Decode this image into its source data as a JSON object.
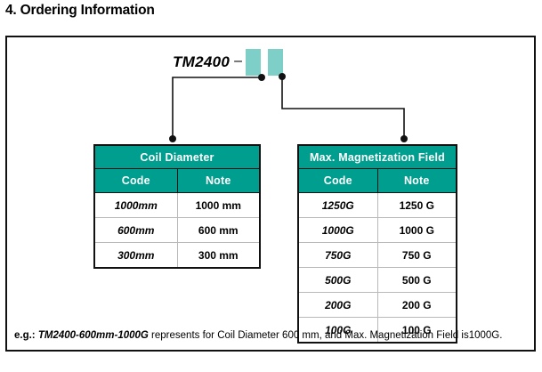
{
  "section": {
    "title": "4. Ordering Information"
  },
  "part_number": {
    "base": "TM2400",
    "dash": "–",
    "slots": [
      "slot-1",
      "slot-2"
    ],
    "slot_color": "#7fcfc9"
  },
  "tables": [
    {
      "id": "coil-diameter",
      "title": "Coil Diameter",
      "columns": [
        "Code",
        "Note"
      ],
      "rows": [
        {
          "code": "1000mm",
          "note": "1000 mm"
        },
        {
          "code": "600mm",
          "note": "600 mm"
        },
        {
          "code": "300mm",
          "note": "300 mm"
        }
      ]
    },
    {
      "id": "magnetization-field",
      "title": "Max. Magnetization Field",
      "columns": [
        "Code",
        "Note"
      ],
      "rows": [
        {
          "code": "1250G",
          "note": "1250 G"
        },
        {
          "code": "1000G",
          "note": "1000 G"
        },
        {
          "code": "750G",
          "note": "750 G"
        },
        {
          "code": "500G",
          "note": "500 G"
        },
        {
          "code": "200G",
          "note": "200 G"
        },
        {
          "code": "100G",
          "note": "100 G"
        }
      ]
    }
  ],
  "example": {
    "lead": "e.g.:",
    "part_number": "TM2400-600mm-1000G",
    "text_before": " represents for Coil Diameter 600 mm, and Max. Magnetization Field is",
    "value": "1000G."
  },
  "colors": {
    "header_teal": "#009E8E",
    "slot_teal": "#7fcfc9",
    "border": "#111111",
    "row_rule": "#b9b9b9"
  }
}
